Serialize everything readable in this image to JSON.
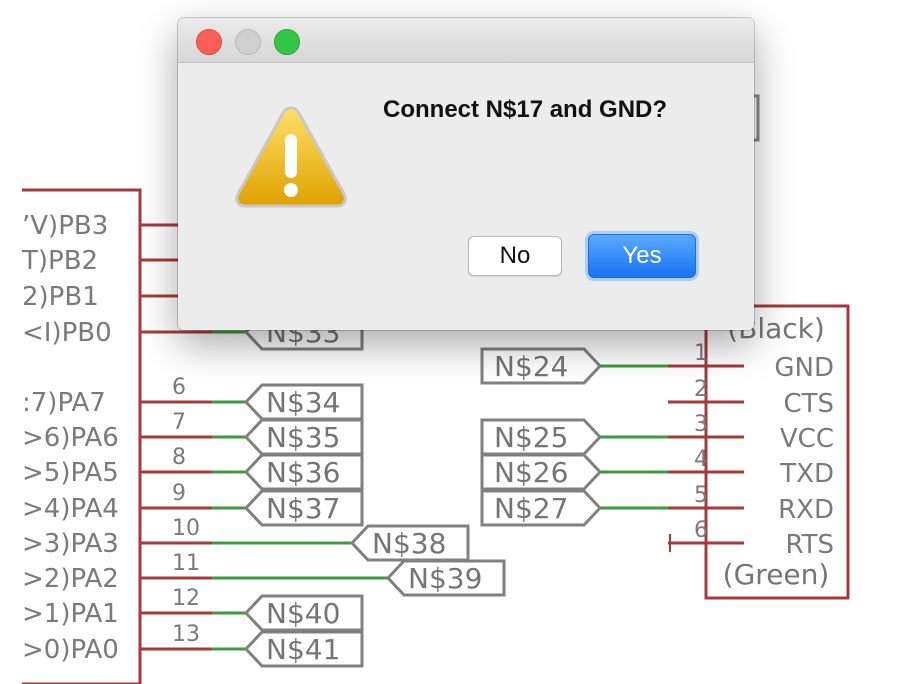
{
  "schematic": {
    "left_part_pins": [
      {
        "label": "’V)PB3",
        "number": ""
      },
      {
        "label": "T)PB2",
        "number": ""
      },
      {
        "label": "2)PB1",
        "number": ""
      },
      {
        "label": "<I)PB0",
        "number": ""
      },
      {
        "label": ":7)PA7",
        "number": "6"
      },
      {
        "label": ">6)PA6",
        "number": "7"
      },
      {
        "label": ">5)PA5",
        "number": "8"
      },
      {
        "label": ">4)PA4",
        "number": "9"
      },
      {
        "label": ">3)PA3",
        "number": "10"
      },
      {
        "label": ">2)PA2",
        "number": "11"
      },
      {
        "label": ">1)PA1",
        "number": "12"
      },
      {
        "label": ">0)PA0",
        "number": "13"
      }
    ],
    "left_nets": [
      "N$33",
      "N$34",
      "N$35",
      "N$36",
      "N$37",
      "N$38",
      "N$39",
      "N$40",
      "N$41"
    ],
    "mid_nets": [
      "N$24",
      "N$25",
      "N$26",
      "N$27"
    ],
    "connector": {
      "header": "(Black)",
      "footer": "(Green)",
      "pins": [
        {
          "number": "1",
          "name": "GND"
        },
        {
          "number": "2",
          "name": "CTS"
        },
        {
          "number": "3",
          "name": "VCC"
        },
        {
          "number": "4",
          "name": "TXD"
        },
        {
          "number": "5",
          "name": "RXD"
        },
        {
          "number": "6",
          "name": "RTS"
        }
      ]
    }
  },
  "dialog": {
    "message": "Connect N$17 and GND?",
    "no_label": "No",
    "yes_label": "Yes",
    "icon": "warning-icon"
  },
  "colors": {
    "accent": "#1a73f0",
    "wire": "#3d9a3d",
    "part_outline": "#a63a3a",
    "label_outline": "#808080"
  }
}
